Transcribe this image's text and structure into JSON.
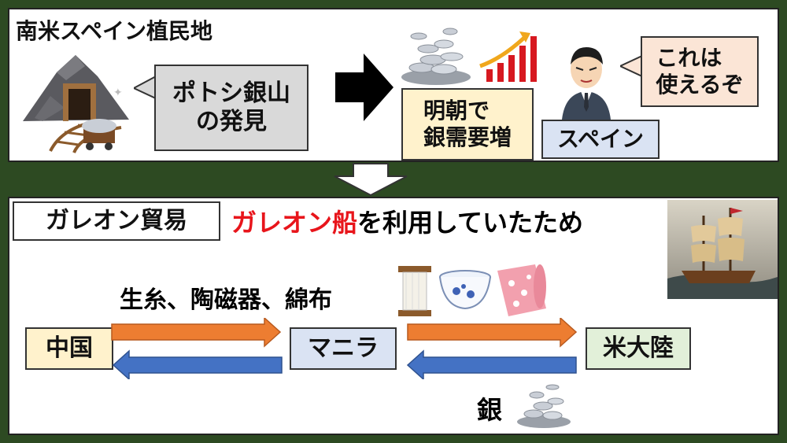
{
  "top": {
    "title": "南米スペイン植民地",
    "potosi_line1": "ポトシ銀山",
    "potosi_line2": "の発見",
    "ming_line1": "明朝で",
    "ming_line2": "銀需要増",
    "spain_label": "スペイン",
    "speech_line1": "これは",
    "speech_line2": "使えるぞ"
  },
  "bottom": {
    "title": "ガレオン貿易",
    "reason_red": "ガレオン船",
    "reason_rest": "を利用していたため",
    "goods_label": "生糸、陶磁器、綿布",
    "china": "中国",
    "manila": "マニラ",
    "americas": "米大陸",
    "silver": "銀"
  },
  "colors": {
    "background": "#2d4a22",
    "orange_arrow": "#ed7d31",
    "blue_arrow": "#4472c4",
    "callout_gray": "#d9d9d9",
    "ming_yellow": "#fff2cc",
    "spain_blue": "#dae3f3",
    "speech_pink": "#fbe5d6",
    "china_yellow": "#fff2cc",
    "manila_blue": "#dae3f3",
    "americas_green": "#e2f0d9",
    "accent_red": "#e8151b"
  }
}
